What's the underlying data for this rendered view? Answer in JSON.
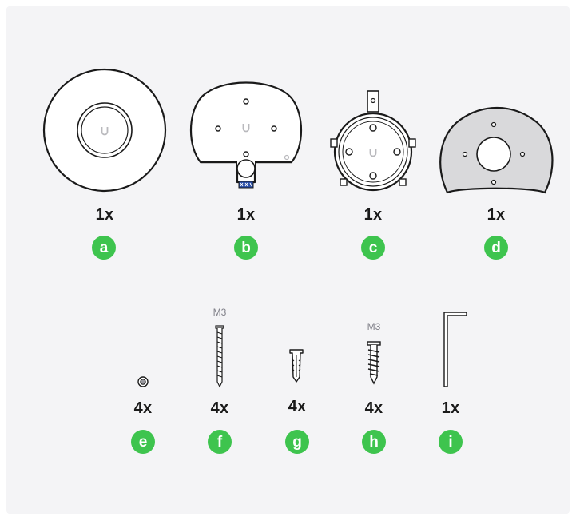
{
  "colors": {
    "badge": "#3ec44e",
    "line": "#1a1a1a",
    "plate": "#d9d9db",
    "logo": "#b9b9bd"
  },
  "items": [
    {
      "letter": "a",
      "quantity": "1x",
      "icon": "access-point-device-icon"
    },
    {
      "letter": "b",
      "quantity": "1x",
      "icon": "mounting-bracket-icon"
    },
    {
      "letter": "c",
      "quantity": "1x",
      "icon": "mounting-ring-icon"
    },
    {
      "letter": "d",
      "quantity": "1x",
      "icon": "mounting-plate-icon"
    },
    {
      "letter": "e",
      "quantity": "4x",
      "icon": "nut-icon"
    },
    {
      "letter": "f",
      "quantity": "4x",
      "icon": "long-screw-icon",
      "size": "M3"
    },
    {
      "letter": "g",
      "quantity": "4x",
      "icon": "wall-anchor-icon"
    },
    {
      "letter": "h",
      "quantity": "4x",
      "icon": "wood-screw-icon",
      "size": "M3"
    },
    {
      "letter": "i",
      "quantity": "1x",
      "icon": "hex-key-icon"
    }
  ]
}
